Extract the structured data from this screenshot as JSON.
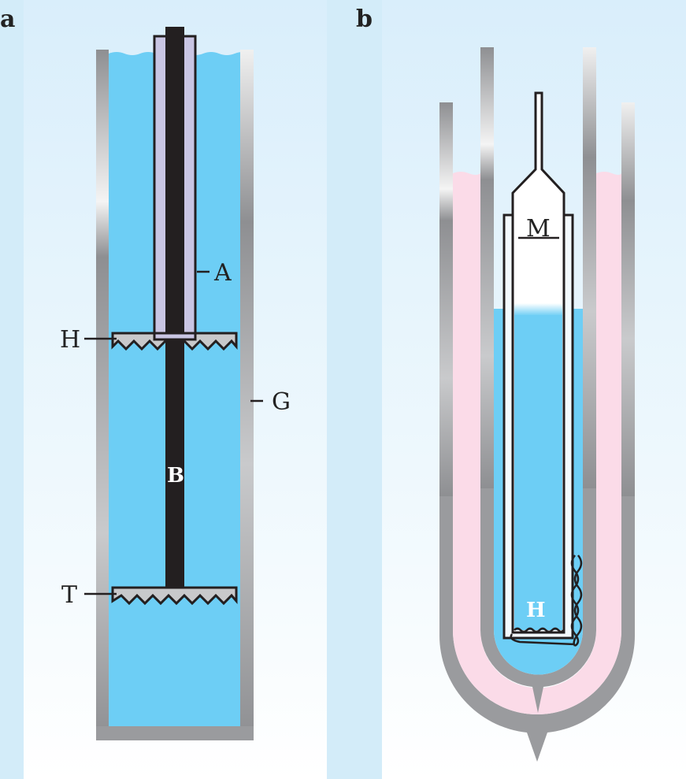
{
  "panels": {
    "a": {
      "label": "a",
      "parts": {
        "sleeve": "A",
        "upper_plate": "H",
        "glass_vessel": "G",
        "rod": "B",
        "lower_plate": "T"
      }
    },
    "b": {
      "label": "b",
      "parts": {
        "mark": "M",
        "liquid": "H"
      }
    }
  },
  "colors": {
    "water": "#6dcef5",
    "glass": "#9a9b9e",
    "pink_fluid": "#fbdbe8",
    "sleeve": "#c9c5e3",
    "rod": "#231f20",
    "plate": "#c8c9cb",
    "background": "#dcf0fb"
  }
}
